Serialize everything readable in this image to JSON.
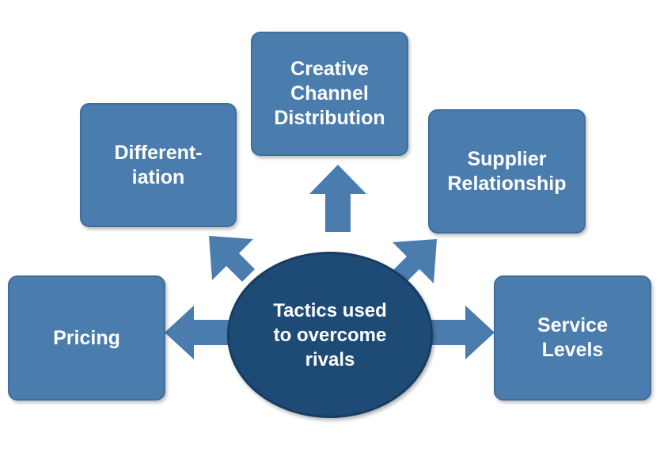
{
  "diagram": {
    "center": "Tactics used\nto overcome\nrivals",
    "nodes": {
      "creative": "Creative\nChannel\nDistribution",
      "differentiation": "Different-\niation",
      "supplier": "Supplier\nRelationship",
      "pricing": "Pricing",
      "service": "Service\nLevels"
    },
    "colors": {
      "box_fill": "#4a7cae",
      "center_fill": "#1d4b75",
      "arrow_fill": "#4a7cae",
      "text": "#ffffff"
    }
  }
}
